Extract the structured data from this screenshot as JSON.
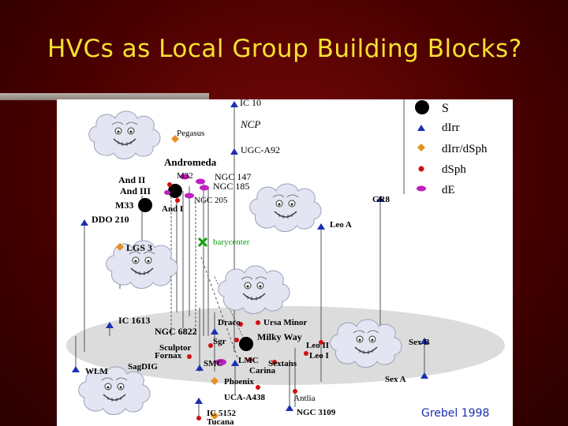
{
  "title": "HVCs as Local Group Building Blocks?",
  "credit": "Grebel 1998",
  "colors": {
    "background": "#5a0000",
    "title": "#f5e030",
    "spiral": "#000000",
    "dirr": "#1a2fb0",
    "dirr_dsph": "#e69020",
    "dsph": "#d01010",
    "de": "#c020c0",
    "barycenter": "#10a010",
    "credit": "#1a2fb0"
  },
  "legend": [
    {
      "symbol": "spiral",
      "label": "S"
    },
    {
      "symbol": "dirr",
      "label": "dIrr"
    },
    {
      "symbol": "dirr_dsph",
      "label": "dIrr/dSph"
    },
    {
      "symbol": "dsph",
      "label": "dSph"
    },
    {
      "symbol": "de",
      "label": "dE"
    }
  ],
  "galaxies": {
    "ic10": "IC 10",
    "ncp": "NCP",
    "pegasus": "Pegasus",
    "ugc_a92": "UGC-A92",
    "andromeda": "Andromeda",
    "m32": "M32",
    "ngc147": "NGC 147",
    "ngc185": "NGC 185",
    "and2": "And II",
    "and3": "And III",
    "ngc205": "NGC 205",
    "m33": "M33",
    "and1": "And I",
    "ddo210": "DDO 210",
    "gr8": "GR8",
    "leoa": "Leo A",
    "lgs3": "LGS 3",
    "barycenter": "barycenter",
    "ic1613": "IC 1613",
    "ngc6822": "NGC 6822",
    "draco": "Draco",
    "ursa_minor": "Ursa Minor",
    "sgr": "Sgr",
    "milky_way": "Milky Way",
    "leo2": "Leo II",
    "leo1": "Leo I",
    "sculptor": "Sculptor",
    "fornax": "Fornax",
    "smc": "SMC",
    "lmc": "LMC",
    "sextans": "Sextans",
    "carina": "Carina",
    "sagdig": "SagDIG",
    "wlm": "WLM",
    "phoenix": "Phoenix",
    "sexb": "Sex B",
    "sexa": "Sex A",
    "uca_a438": "UCA-A438",
    "antlia": "Antlia",
    "ic5152": "IC 5152",
    "ngc3109": "NGC 3109",
    "tucana": "Tucana"
  }
}
